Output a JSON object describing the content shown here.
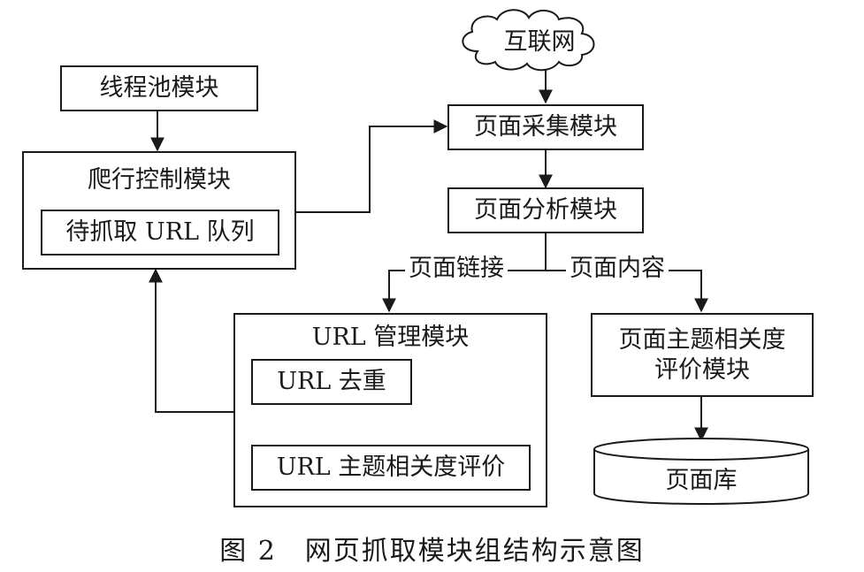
{
  "nodes": {
    "internet": "互联网",
    "thread_pool": "线程池模块",
    "crawl_control": "爬行控制模块",
    "url_queue": "待抓取 URL 队列",
    "page_fetch": "页面采集模块",
    "page_analysis": "页面分析模块",
    "url_manage": "URL 管理模块",
    "url_dedup": "URL 去重",
    "url_relevance": "URL 主题相关度评价",
    "topic_eval_line1": "页面主题相关度",
    "topic_eval_line2": "评价模块",
    "page_store": "页面库"
  },
  "edges": {
    "page_links": "页面链接",
    "page_content": "页面内容"
  },
  "caption": "图 2　网页抓取模块组结构示意图"
}
